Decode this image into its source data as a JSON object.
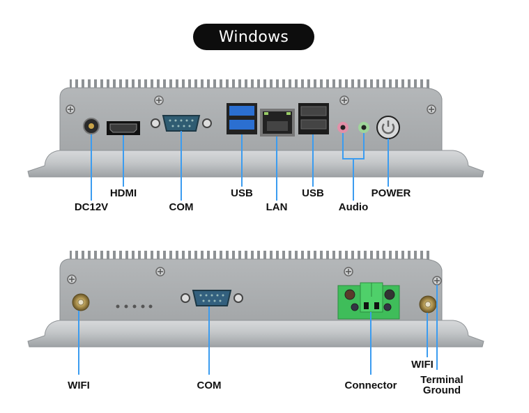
{
  "title": "Windows",
  "colors": {
    "leader_line": "#3b9cf0",
    "panel": "#a9acae",
    "title_bg": "#0d0d0d"
  },
  "top_panel": {
    "labels": {
      "dc12v": "DC12V",
      "hdmi": "HDMI",
      "com": "COM",
      "usb_left": "USB",
      "lan": "LAN",
      "usb_right": "USB",
      "audio": "Audio",
      "power": "POWER"
    }
  },
  "bottom_panel": {
    "labels": {
      "wifi_left": "WIFI",
      "com": "COM",
      "connector": "Connector",
      "wifi_right": "WIFI",
      "terminal_ground_line1": "Terminal",
      "terminal_ground_line2": "Ground"
    }
  }
}
